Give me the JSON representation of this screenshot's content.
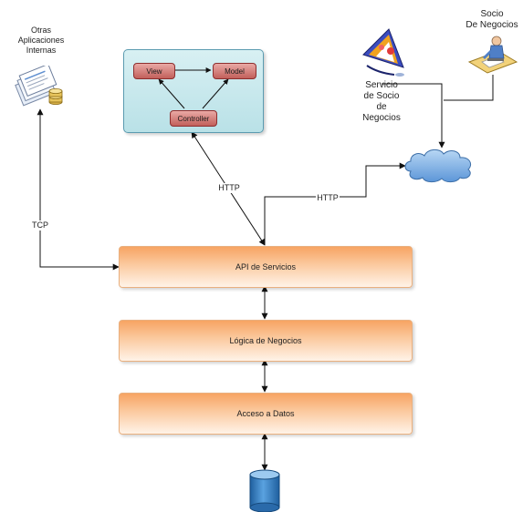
{
  "nodes": {
    "other_apps": {
      "label_lines": [
        "Otras",
        "Aplicaciones",
        "Internas"
      ]
    },
    "partner": {
      "label_lines": [
        "Socio",
        "De Negocios"
      ]
    },
    "partner_service": {
      "label_lines": [
        "Servicio",
        "de Socio",
        "de",
        "Negocios"
      ]
    },
    "mvc": {
      "view": "View",
      "model": "Model",
      "controller": "Controller"
    },
    "layers": {
      "api": "API de Servicios",
      "logic": "Lógica de Negocios",
      "data": "Acceso a Datos"
    }
  },
  "edges": {
    "tcp": "TCP",
    "http_mvc": "HTTP",
    "http_cloud": "HTTP"
  },
  "colors": {
    "layer_orange": "#f7a463",
    "mvc_panel": "#b9e1e7",
    "mvc_node": "#c2605b",
    "cloud": "#7fb3e6",
    "database": "#2f7fc0"
  }
}
